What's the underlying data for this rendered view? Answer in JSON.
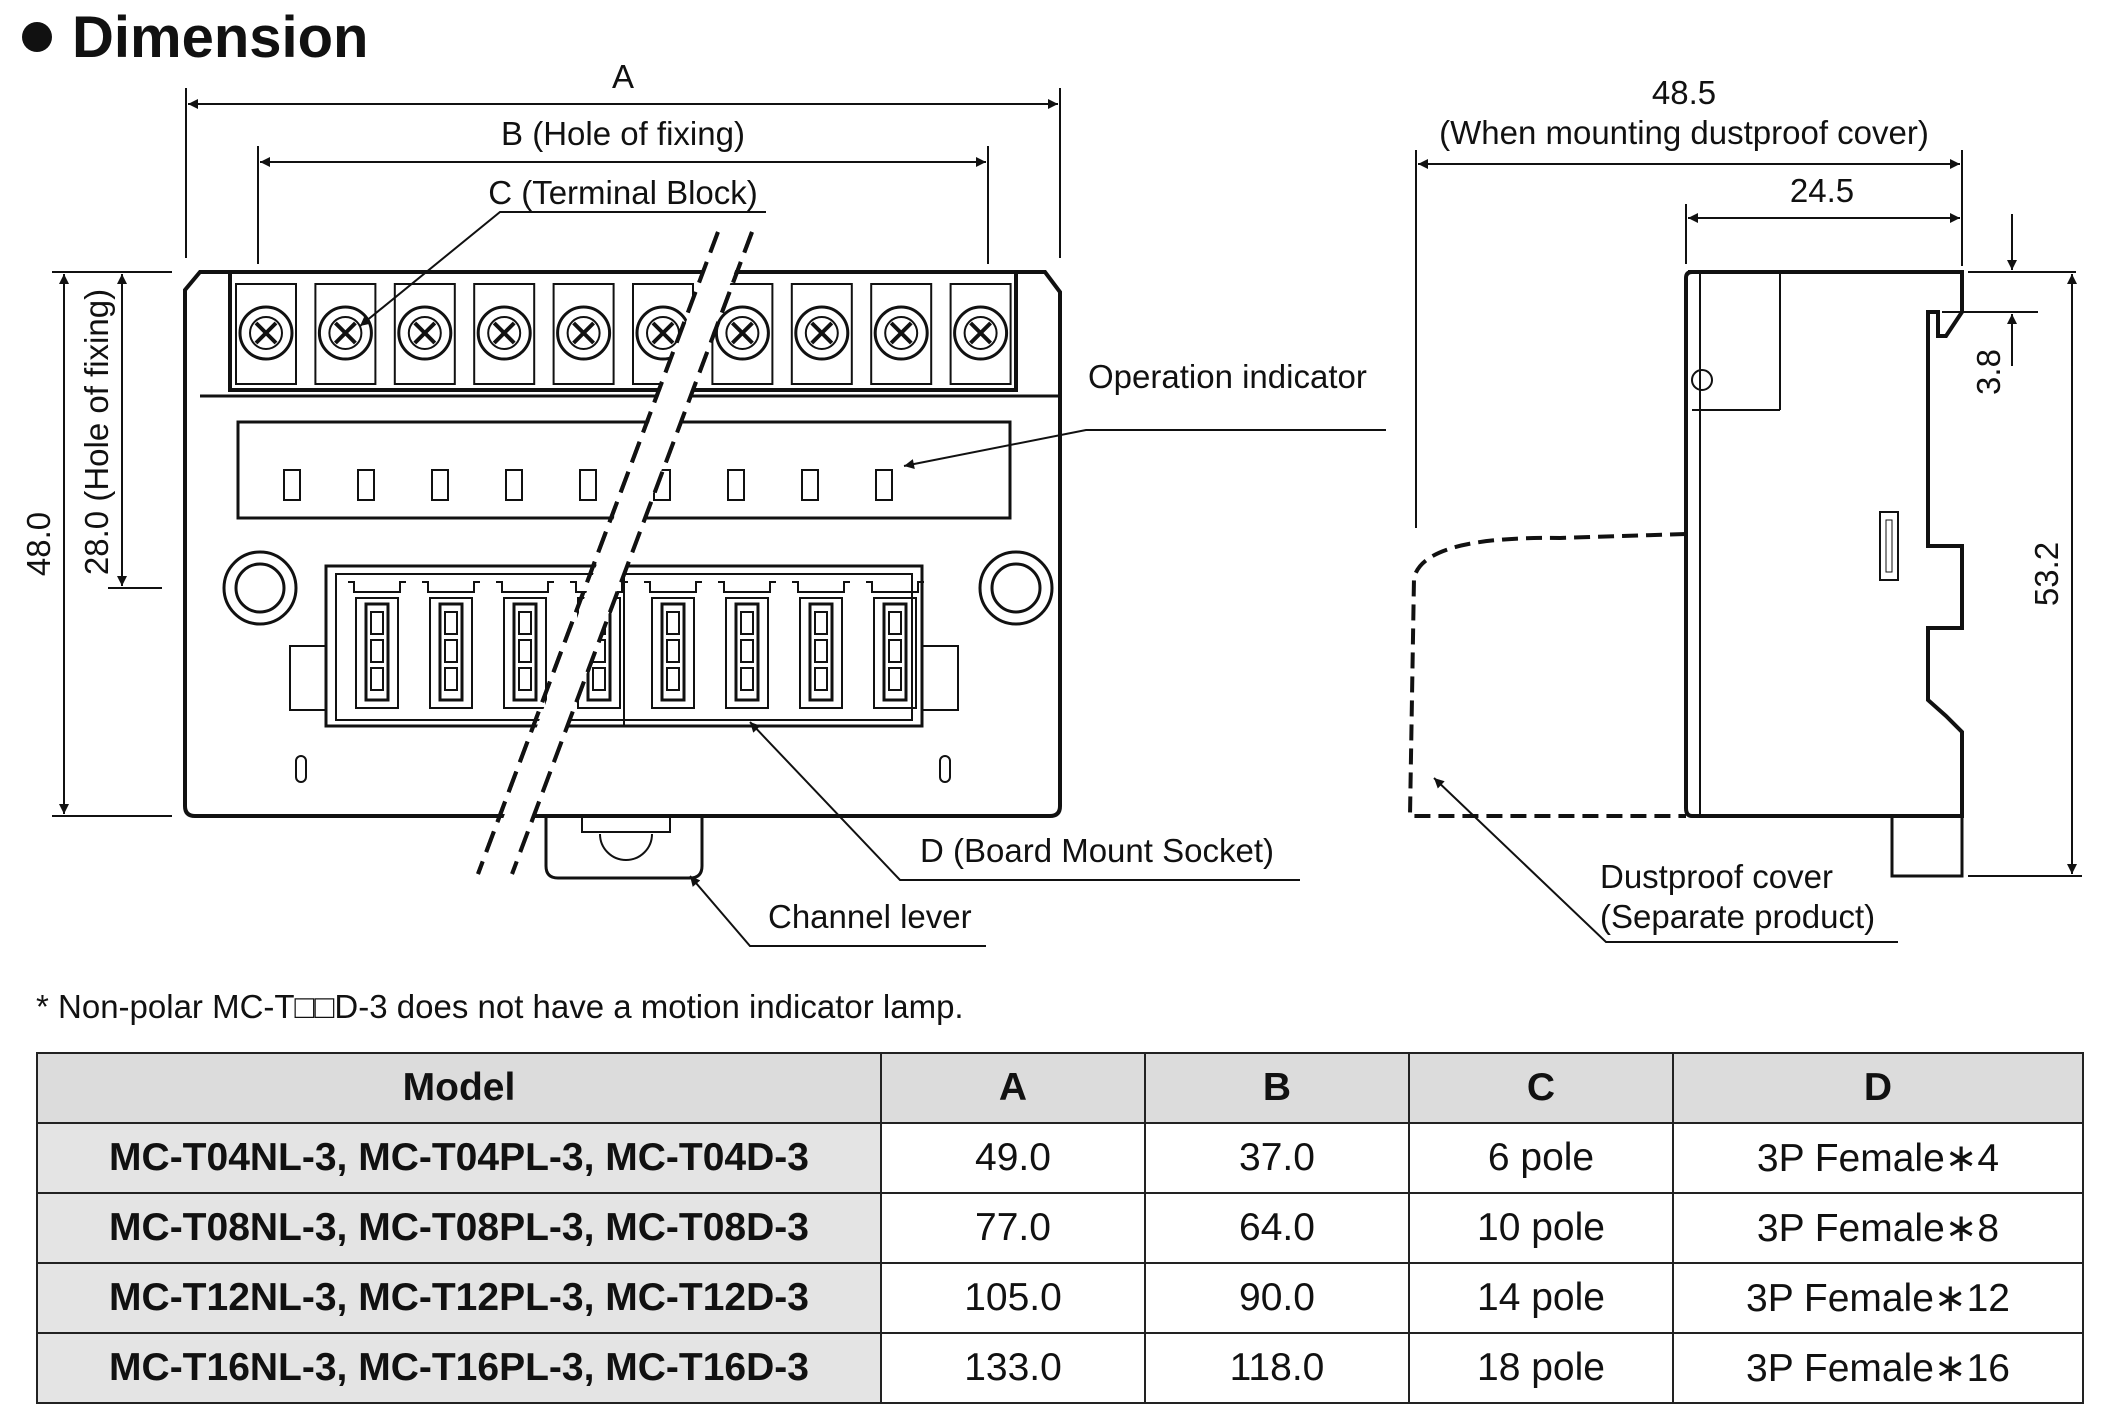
{
  "title": "Dimension",
  "front_view": {
    "dim_a": "A",
    "dim_b": "B (Hole of fixing)",
    "dim_c": "C (Terminal Block)",
    "height_total": "48.0",
    "height_fixing": "28.0 (Hole of fixing)",
    "label_operation_indicator": "Operation indicator",
    "label_socket": "D (Board Mount Socket)",
    "label_channel_lever": "Channel lever"
  },
  "side_view": {
    "depth_with_cover": "48.5",
    "depth_with_cover_note": "(When mounting dustproof cover)",
    "depth": "24.5",
    "dim_top": "3.8",
    "height": "53.2",
    "label_cover_line1": "Dustproof cover",
    "label_cover_line2": "(Separate product)"
  },
  "note": "* Non-polar MC-T□□D-3 does not have a motion indicator lamp.",
  "table": {
    "headers": [
      "Model",
      "A",
      "B",
      "C",
      "D"
    ],
    "rows": [
      [
        "MC-T04NL-3, MC-T04PL-3, MC-T04D-3",
        "49.0",
        "37.0",
        "6 pole",
        "3P Female∗4"
      ],
      [
        "MC-T08NL-3, MC-T08PL-3, MC-T08D-3",
        "77.0",
        "64.0",
        "10 pole",
        "3P Female∗8"
      ],
      [
        "MC-T12NL-3, MC-T12PL-3, MC-T12D-3",
        "105.0",
        "90.0",
        "14 pole",
        "3P Female∗12"
      ],
      [
        "MC-T16NL-3, MC-T16PL-3, MC-T16D-3",
        "133.0",
        "118.0",
        "18 pole",
        "3P Female∗16"
      ]
    ]
  }
}
